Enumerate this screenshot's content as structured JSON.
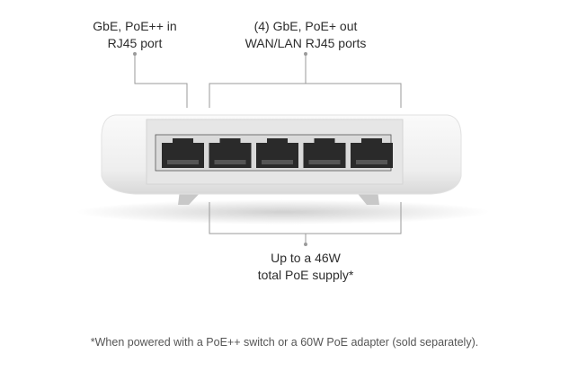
{
  "callouts": {
    "poe_in": {
      "line1": "GbE, PoE++ in",
      "line2": "RJ45 port"
    },
    "poe_out": {
      "line1": "(4) GbE, PoE+ out",
      "line2": "WAN/LAN RJ45 ports"
    },
    "supply": {
      "line1": "Up to a 46W",
      "line2": "total PoE supply*"
    }
  },
  "footnote": "*When powered with a PoE++ switch or a 60W PoE adapter (sold separately).",
  "device": {
    "port_count": 5
  },
  "colors": {
    "line": "#9a9a9a",
    "body": "#f2f2f2",
    "port": "#2a2a2a"
  }
}
